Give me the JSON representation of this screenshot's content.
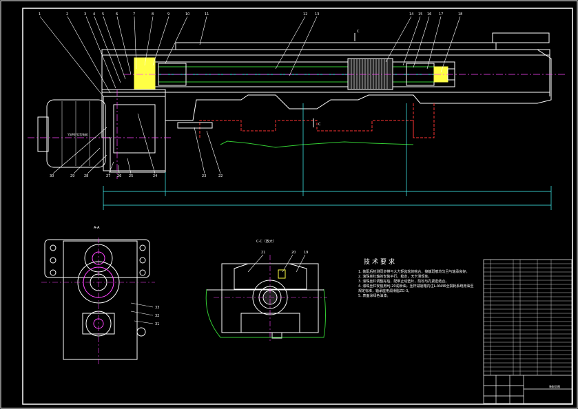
{
  "view_labels": {
    "section_aa": "A-A",
    "section_cc": "C-C（放大）",
    "c_marker": "C"
  },
  "motor_label": "YS/M(F)2型电机",
  "balloons_top": [
    "1",
    "2",
    "3",
    "4",
    "5",
    "6",
    "7",
    "8",
    "9",
    "10",
    "11",
    "12",
    "13",
    "14",
    "15",
    "16",
    "17",
    "18"
  ],
  "balloons_bottom": [
    "30",
    "29",
    "28",
    "27",
    "26",
    "25",
    "24",
    "23",
    "22"
  ],
  "balloons_aa": [
    "33",
    "32",
    "31"
  ],
  "balloons_cc": [
    "21",
    "20",
    "19"
  ],
  "technical_requirements": {
    "title": "技术要求",
    "items": [
      "1. 装配后检测同步带与大力矩齿轮的啮合，接触斑痕均匀且与轴承良好。",
      "2. 滚珠丝杠轴的安装平行，稳定，无卡滞现象。",
      "3. 滚珠丝杠调整好后，配带止动垫片，防松与孔紧密结合。",
      "4. 滚珠丝杠安装用HJ-20润滑油，压杆减速箱内注L-AN46全损耗系统用油至规定标准，轴承座用润滑脂ZG-3。",
      "5. 表面涂绿色油漆。"
    ]
  },
  "title_block": {
    "drawing_no": "装配总图"
  },
  "colors": {
    "line": "#ffffff",
    "centerline": "#ff44ff",
    "hidden": "#ff3333",
    "green": "#33cc33",
    "yellow": "#ffff44",
    "cyan": "#44ffff",
    "background": "#000000"
  }
}
